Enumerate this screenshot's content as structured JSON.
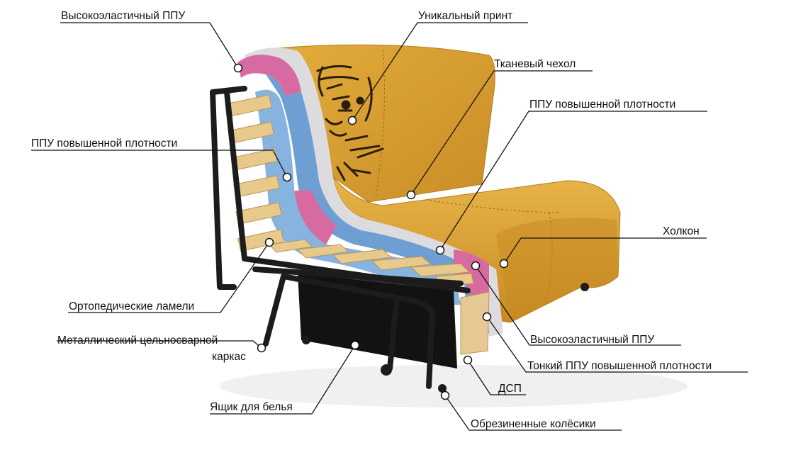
{
  "colors": {
    "fabric": "#d9a032",
    "fabric_dark": "#b98222",
    "high_density_foam": "#6f9fd2",
    "elastic_foam": "#d86aa2",
    "holcon": "#d8d8dc",
    "wood": "#e8c98c",
    "metal": "#1c1c1c",
    "box": "#111111",
    "leader": "#111111"
  },
  "labels": {
    "top_left_elastic": "Высокоэластичный ППУ",
    "unique_print": "Уникальный принт",
    "fabric_cover": "Тканевый чехол",
    "high_density_right": "ППУ повышенной плотности",
    "high_density_left": "ППУ повышенной плотности",
    "holcon": "Холкон",
    "ortho_lamels": "Ортопедические ламели",
    "metal_frame_line1": "Металлический цельносварной",
    "metal_frame_line2": "каркас",
    "elastic_bottom": "Высокоэластичный ППУ",
    "thin_foam": "Тонкий ППУ повышенной плотности",
    "dsp": "ДСП",
    "linen_box": "Ящик для белья",
    "wheels": "Обрезиненные колёсики"
  }
}
